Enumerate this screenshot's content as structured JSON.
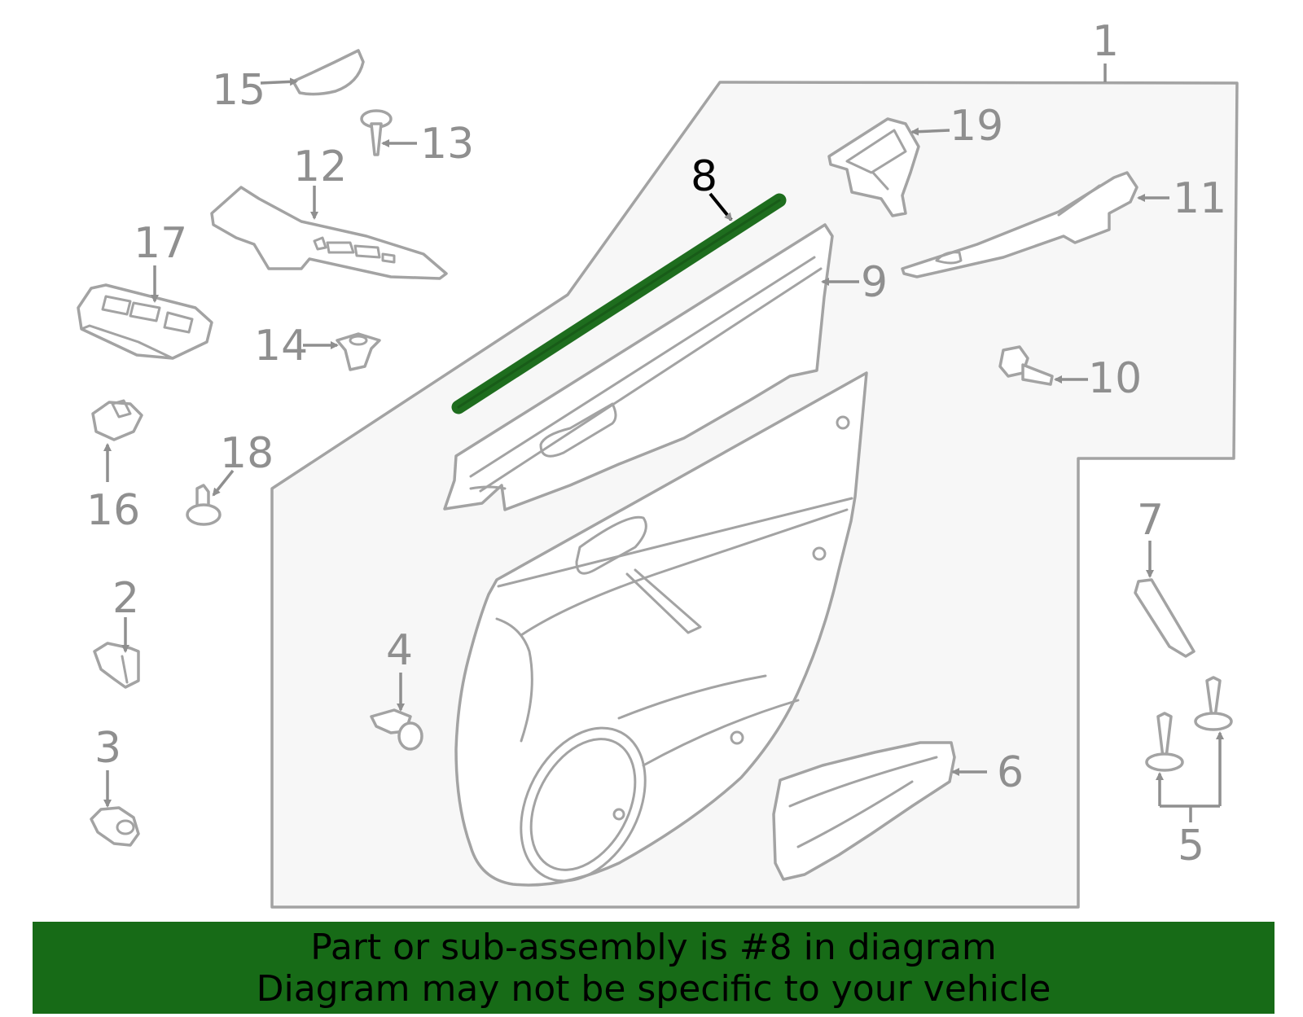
{
  "colors": {
    "banner_background": "#176b17",
    "highlight_part": "#1e6d1e",
    "outline": "#a3a3a3",
    "callout_text": "#8f8f8f",
    "assembly_fill": "#f7f7f7"
  },
  "callouts": {
    "c1": "1",
    "c2": "2",
    "c3": "3",
    "c4": "4",
    "c5": "5",
    "c6": "6",
    "c7": "7",
    "c8": "8",
    "c9": "9",
    "c10": "10",
    "c11": "11",
    "c12": "12",
    "c13": "13",
    "c14": "14",
    "c15": "15",
    "c16": "16",
    "c17": "17",
    "c18": "18",
    "c19": "19"
  },
  "highlighted_part": "8",
  "banner": {
    "line1": "Part or sub-assembly is #8 in diagram",
    "line2": "Diagram may not be specific to your vehicle"
  }
}
